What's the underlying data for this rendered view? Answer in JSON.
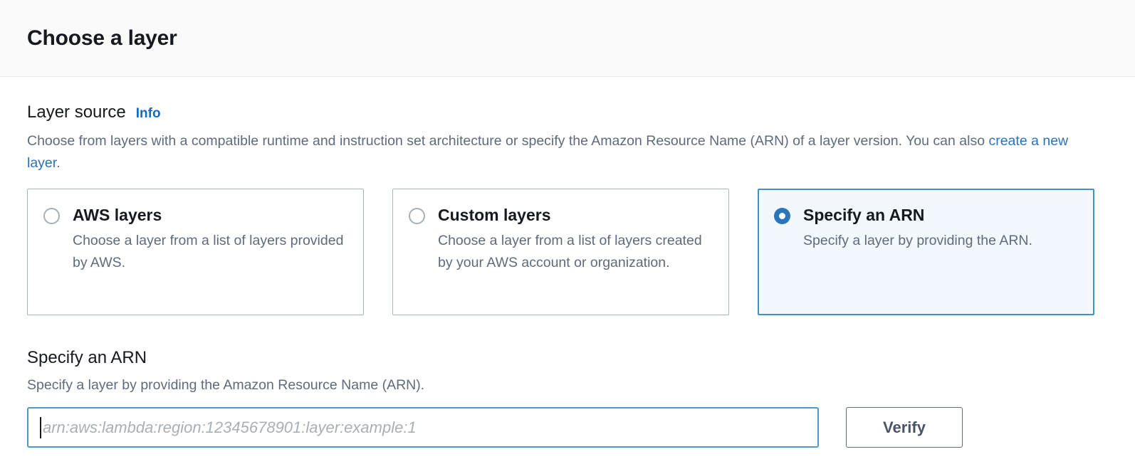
{
  "header": {
    "title": "Choose a layer"
  },
  "layer_source": {
    "label": "Layer source",
    "info_label": "Info",
    "description_before_link": "Choose from layers with a compatible runtime and instruction set architecture or specify the Amazon Resource Name (ARN) of a layer version. You can also ",
    "link_text": "create a new layer",
    "description_after_link": ".",
    "options": [
      {
        "title": "AWS layers",
        "description": "Choose a layer from a list of layers provided by AWS.",
        "selected": false
      },
      {
        "title": "Custom layers",
        "description": "Choose a layer from a list of layers created by your AWS account or organization.",
        "selected": false
      },
      {
        "title": "Specify an ARN",
        "description": "Specify a layer by providing the ARN.",
        "selected": true
      }
    ]
  },
  "arn_section": {
    "heading": "Specify an ARN",
    "description": "Specify a layer by providing the Amazon Resource Name (ARN).",
    "input_value": "",
    "input_placeholder": "arn:aws:lambda:region:12345678901:layer:example:1",
    "verify_label": "Verify"
  },
  "colors": {
    "accent_blue": "#2a76bd",
    "link_blue": "#2c72b8",
    "selected_tile_bg": "#f2f8fd",
    "selected_tile_border": "#3d93c4",
    "focus_border": "#4b9ac9",
    "text_primary": "#16191f",
    "text_secondary": "#5f6b7a",
    "header_bg": "#fafafa"
  }
}
